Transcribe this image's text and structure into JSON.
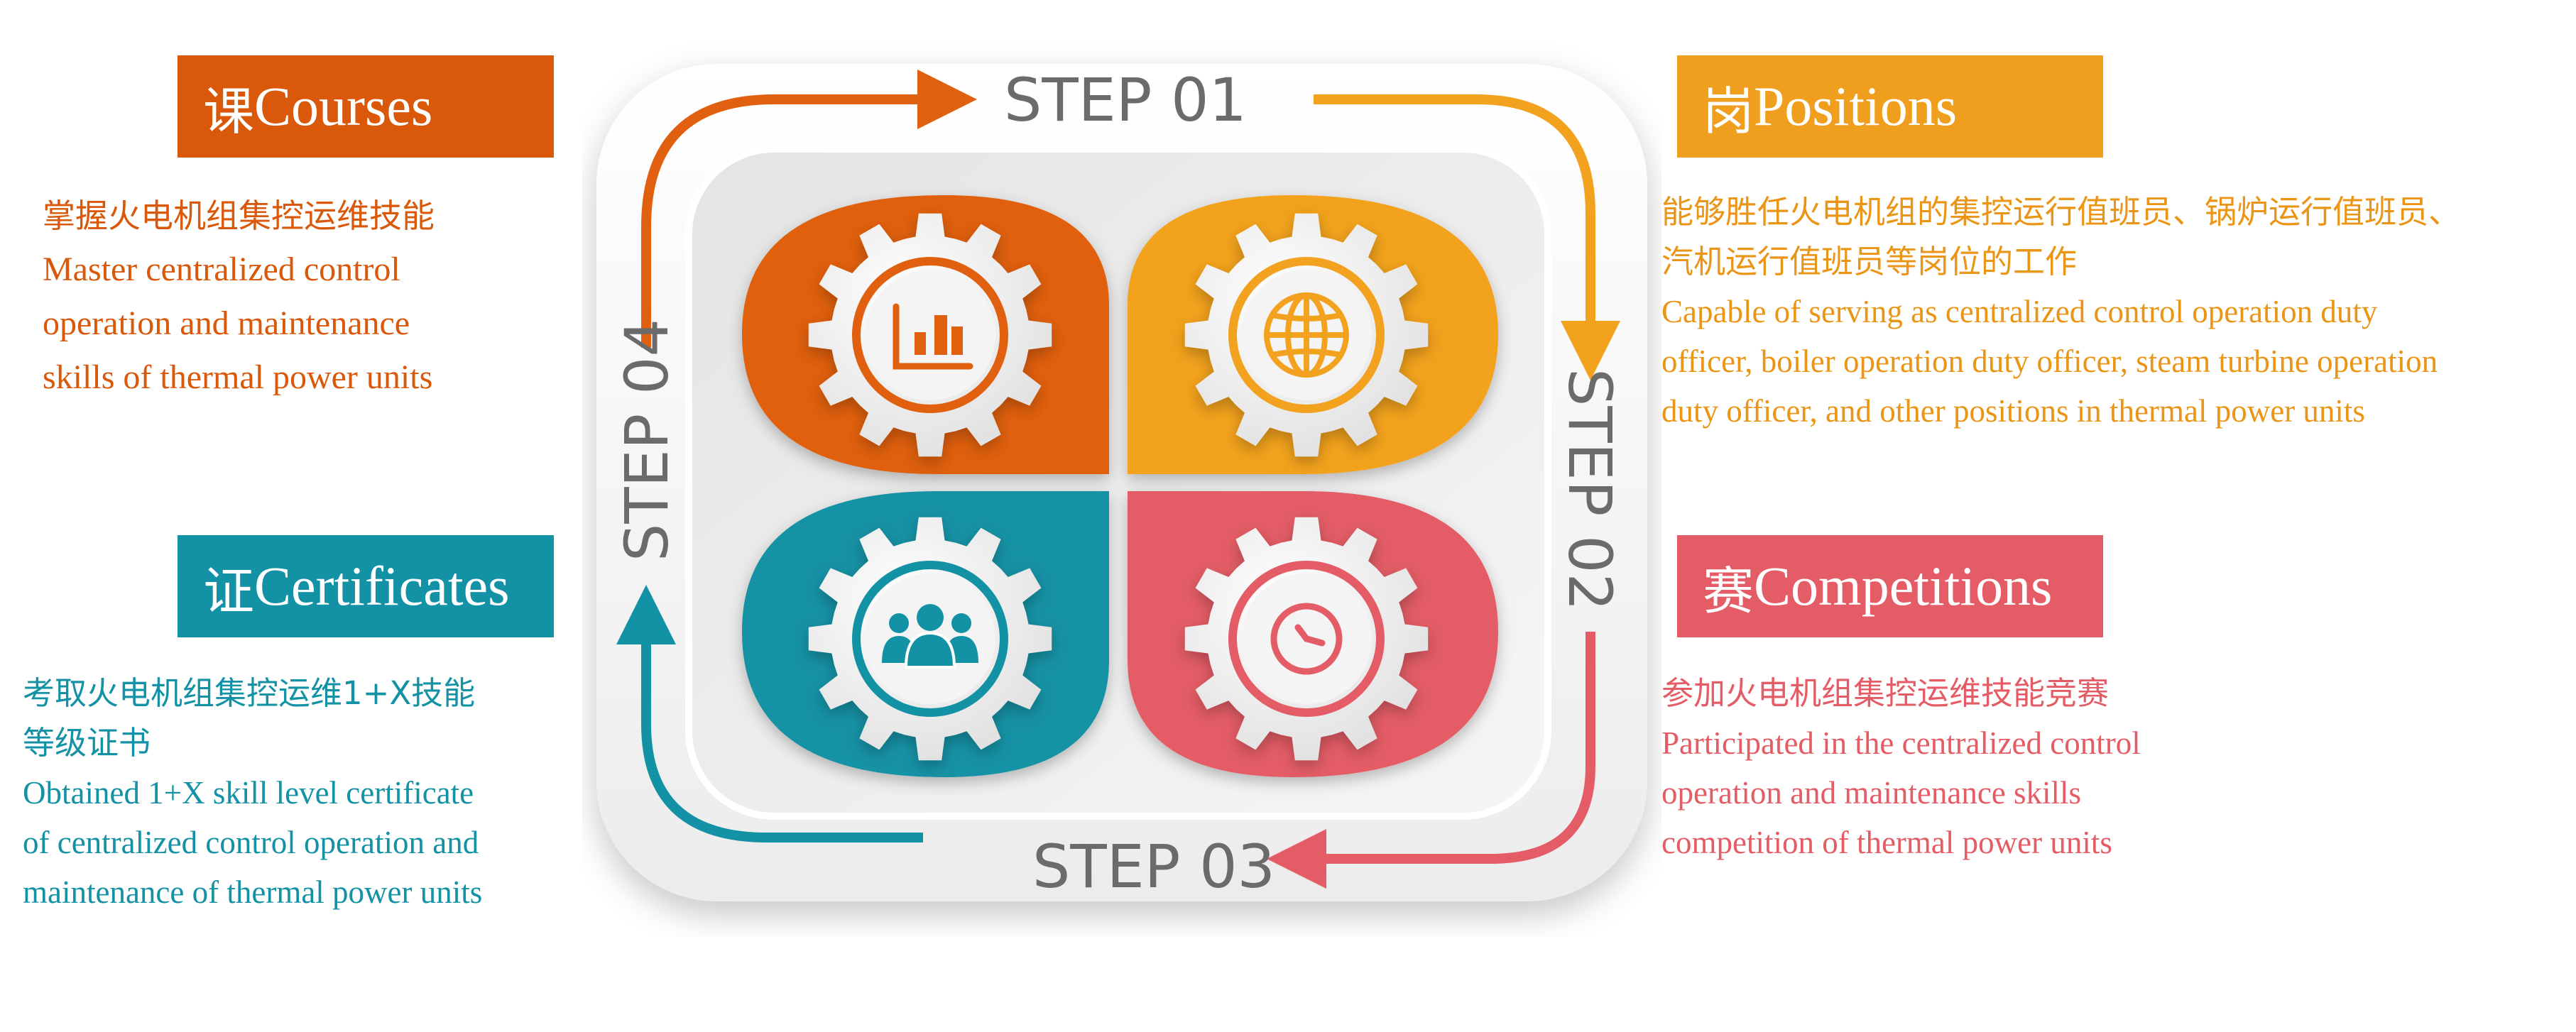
{
  "courses": {
    "tag_char": "课",
    "tag_word": "Courses",
    "title_zh": "掌握火电机组集控运维技能",
    "lines_en": [
      "Master centralized control",
      "operation and maintenance",
      "skills of thermal power units"
    ]
  },
  "positions": {
    "tag_char": "岗",
    "tag_word": "Positions",
    "lines_zh": [
      "能够胜任火电机组的集控运行值班员、锅炉运行值班员、",
      "汽机运行值班员等岗位的工作"
    ],
    "lines_en": [
      "Capable of serving as centralized control operation duty",
      "officer, boiler operation duty officer, steam turbine operation",
      "duty officer, and other positions in thermal power units"
    ]
  },
  "certificates": {
    "tag_char": "证",
    "tag_word": "Certificates",
    "lines_zh": [
      "考取火电机组集控运维1+X技能",
      "等级证书"
    ],
    "lines_en": [
      "Obtained 1+X skill level certificate",
      "of centralized control operation and",
      "maintenance of thermal power units"
    ]
  },
  "competitions": {
    "tag_char": "赛",
    "tag_word": "Competitions",
    "title_zh": "参加火电机组集控运维技能竞赛",
    "lines_en": [
      "Participated in the centralized control",
      "operation and maintenance skills",
      "competition of thermal power units"
    ]
  },
  "steps": {
    "step1": "STEP 01",
    "step2": "STEP 02",
    "step3": "STEP 03",
    "step4": "STEP 04"
  },
  "colors": {
    "orange": "#e0600f",
    "yellow": "#f2a21f",
    "teal": "#1492a5",
    "red": "#e45d66",
    "gray": "#6b6b6b"
  },
  "icons": {
    "top_left": "bar-chart-icon",
    "top_right": "globe-icon",
    "bottom_left": "team-icon",
    "bottom_right": "clock-icon"
  }
}
